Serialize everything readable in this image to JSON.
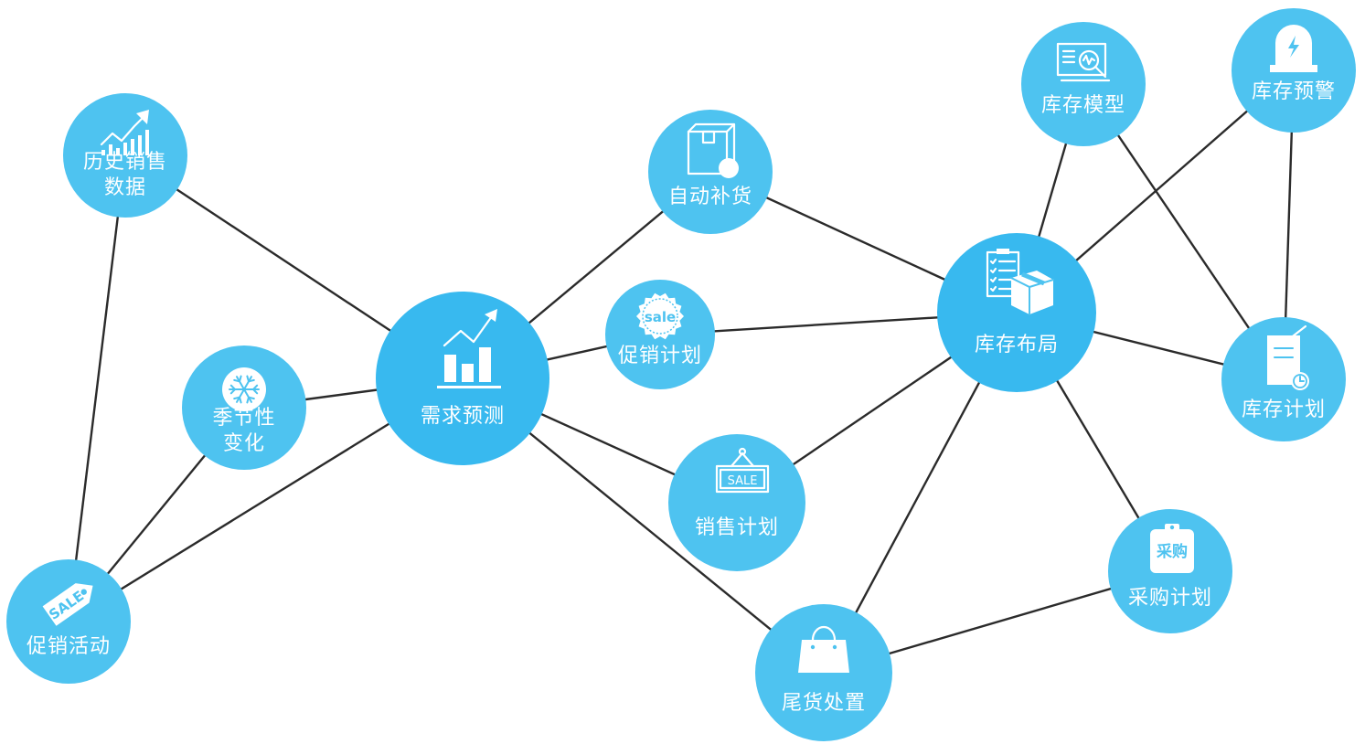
{
  "diagram": {
    "nodes": {
      "history": {
        "lines": [
          "历史销售",
          "数据"
        ],
        "icon": "growth-chart-icon"
      },
      "season": {
        "lines": [
          "季节性",
          "变化"
        ],
        "icon": "snowflake-icon"
      },
      "promo_act": {
        "lines": [
          "促销活动"
        ],
        "icon": "sale-tag-icon"
      },
      "demand": {
        "lines": [
          "需求预测"
        ],
        "icon": "bar-chart-arrow-icon"
      },
      "auto": {
        "lines": [
          "自动补货"
        ],
        "icon": "box-icon"
      },
      "promo_plan": {
        "lines": [
          "促销计划"
        ],
        "icon": "sale-badge-icon",
        "icon_text": "sale"
      },
      "sales_plan": {
        "lines": [
          "销售计划"
        ],
        "icon": "sale-sign-icon",
        "icon_text": "SALE"
      },
      "layout": {
        "lines": [
          "库存布局"
        ],
        "icon": "checklist-box-icon"
      },
      "model": {
        "lines": [
          "库存模型"
        ],
        "icon": "monitor-search-icon"
      },
      "alert": {
        "lines": [
          "库存预警"
        ],
        "icon": "alarm-light-icon"
      },
      "inv_plan": {
        "lines": [
          "库存计划"
        ],
        "icon": "document-clock-icon"
      },
      "purchase": {
        "lines": [
          "采购计划"
        ],
        "icon": "purchase-clipboard-icon",
        "icon_text": "采购"
      },
      "clearance": {
        "lines": [
          "尾货处置"
        ],
        "icon": "shopping-bag-icon"
      },
      "promo_act_tag": {
        "icon_text": "SALE"
      }
    },
    "links": [
      [
        "history",
        "demand"
      ],
      [
        "history",
        "promo_act"
      ],
      [
        "season",
        "demand"
      ],
      [
        "season",
        "promo_act"
      ],
      [
        "promo_act",
        "demand"
      ],
      [
        "demand",
        "auto"
      ],
      [
        "demand",
        "promo_plan"
      ],
      [
        "demand",
        "sales_plan"
      ],
      [
        "demand",
        "clearance"
      ],
      [
        "auto",
        "layout"
      ],
      [
        "promo_plan",
        "layout"
      ],
      [
        "sales_plan",
        "layout"
      ],
      [
        "layout",
        "model"
      ],
      [
        "layout",
        "alert"
      ],
      [
        "layout",
        "inv_plan"
      ],
      [
        "layout",
        "clearance"
      ],
      [
        "layout",
        "purchase"
      ],
      [
        "model",
        "inv_plan"
      ],
      [
        "alert",
        "inv_plan"
      ],
      [
        "purchase",
        "clearance"
      ]
    ],
    "colors": {
      "node": "#4ec3f0",
      "node_center": "#38b9ef",
      "link": "#2b2b2b",
      "label": "#ffffff"
    }
  }
}
